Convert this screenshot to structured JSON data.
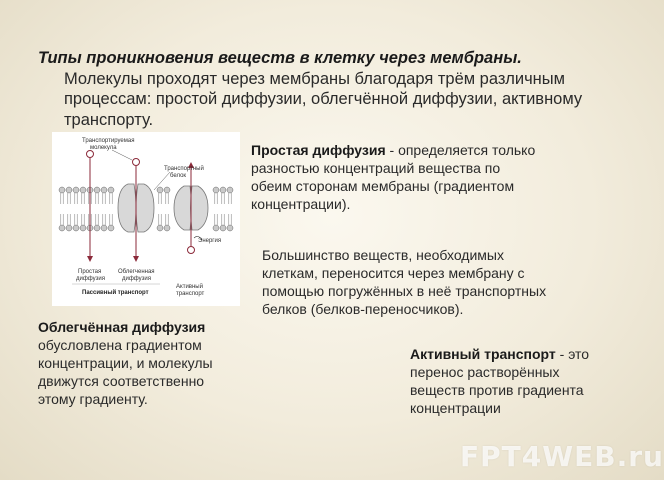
{
  "intro": {
    "title": "Типы проникновения веществ в клетку через мембраны.",
    "text": "Молекулы проходят через мембраны благодаря трём различным процессам: простой диффузии, облегчённой диффузии, активному транспорту."
  },
  "figure": {
    "labels": {
      "transported_molecule": "Транспортируемая молекула",
      "transport_protein": "Транспортный белок",
      "energy": "Энергия",
      "simple_diffusion": "Простая диффузия",
      "facilitated_diffusion": "Облегченная диффузия",
      "active_transport": "Активный транспорт",
      "passive_transport": "Пассивный транспорт"
    }
  },
  "simple": {
    "term": "Простая диффузия",
    "text": " - определяется только разностью концентраций вещества по обеим сторонам мембраны (градиентом концентрации)."
  },
  "majority": {
    "text": "Большинство веществ, необходимых клеткам, переносится через мембрану с помощью погружённых в неё транспортных белков (белков-переносчиков)."
  },
  "facilitated": {
    "term": "Облегчённая диффузия",
    "text": " обусловлена градиентом концентрации, и молекулы движутся соответственно этому градиенту."
  },
  "active": {
    "term": "Активный транспорт",
    "text": " - это перенос растворённых веществ против градиента концентрации"
  },
  "watermark": "FPT4WEB.ru",
  "colors": {
    "background": "#f2ecdc",
    "text": "#1e1e1e",
    "membrane_head": "#c9c9c9",
    "protein": "#d8d8d8",
    "arrow": "#8b2a3a"
  }
}
